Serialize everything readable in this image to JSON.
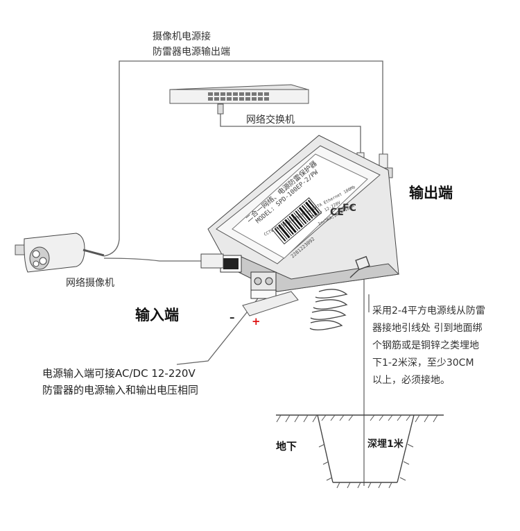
{
  "labels": {
    "top_line1": "摄像机电源接",
    "top_line2": "防雷器电源输出端",
    "switch": "网络交换机",
    "output": "输出端",
    "camera": "网络摄像机",
    "input": "输入端",
    "plus": "+",
    "minus": "–",
    "power_line1": "电源输入端可接AC/DC 12-220V",
    "power_line2": "防雷器的电源输入和输出电压相同",
    "ground_note": [
      "采用2-4平方电源线从防雷",
      "器接地引线处 引到地面绑",
      "个钢筋或是铜锌之类埋地",
      "下1-2米深，至少30CM",
      "以上，必须接地。"
    ],
    "underground": "地下",
    "depth": "深埋1米"
  },
  "device": {
    "title": "二合一网络、电源防雷保护器",
    "model": "MODEL: SPD-100EP-2/PW",
    "spec1": "CCTV Surge protection   DATA Ethernet 100Mb",
    "spec2": "Power 12-220V",
    "spec3": "In=5KA,Imax=10KA",
    "serial": "2281223092",
    "ce": "CE",
    "fc": "FC"
  },
  "colors": {
    "plus": "#dd1111",
    "line": "#555555"
  }
}
